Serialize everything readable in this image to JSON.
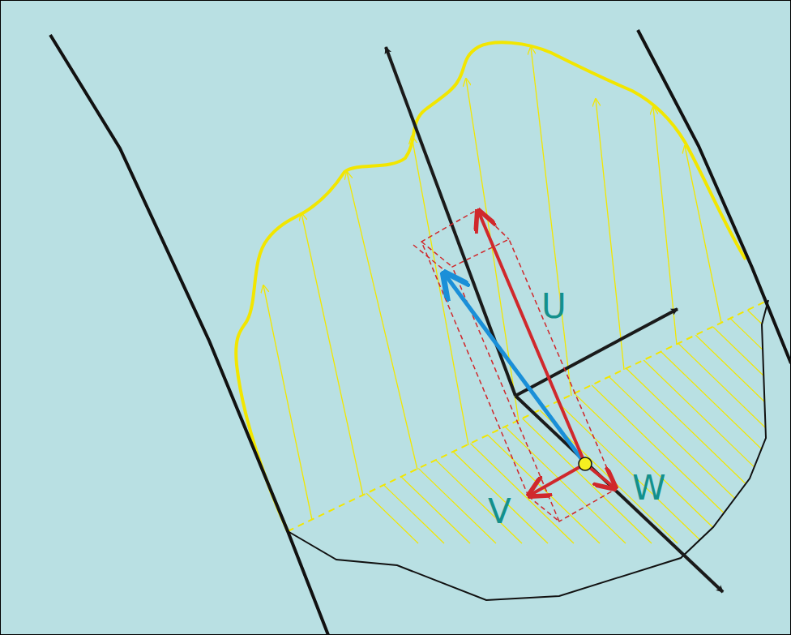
{
  "diagram": {
    "labels": [
      "U",
      "V",
      "W"
    ]
  }
}
